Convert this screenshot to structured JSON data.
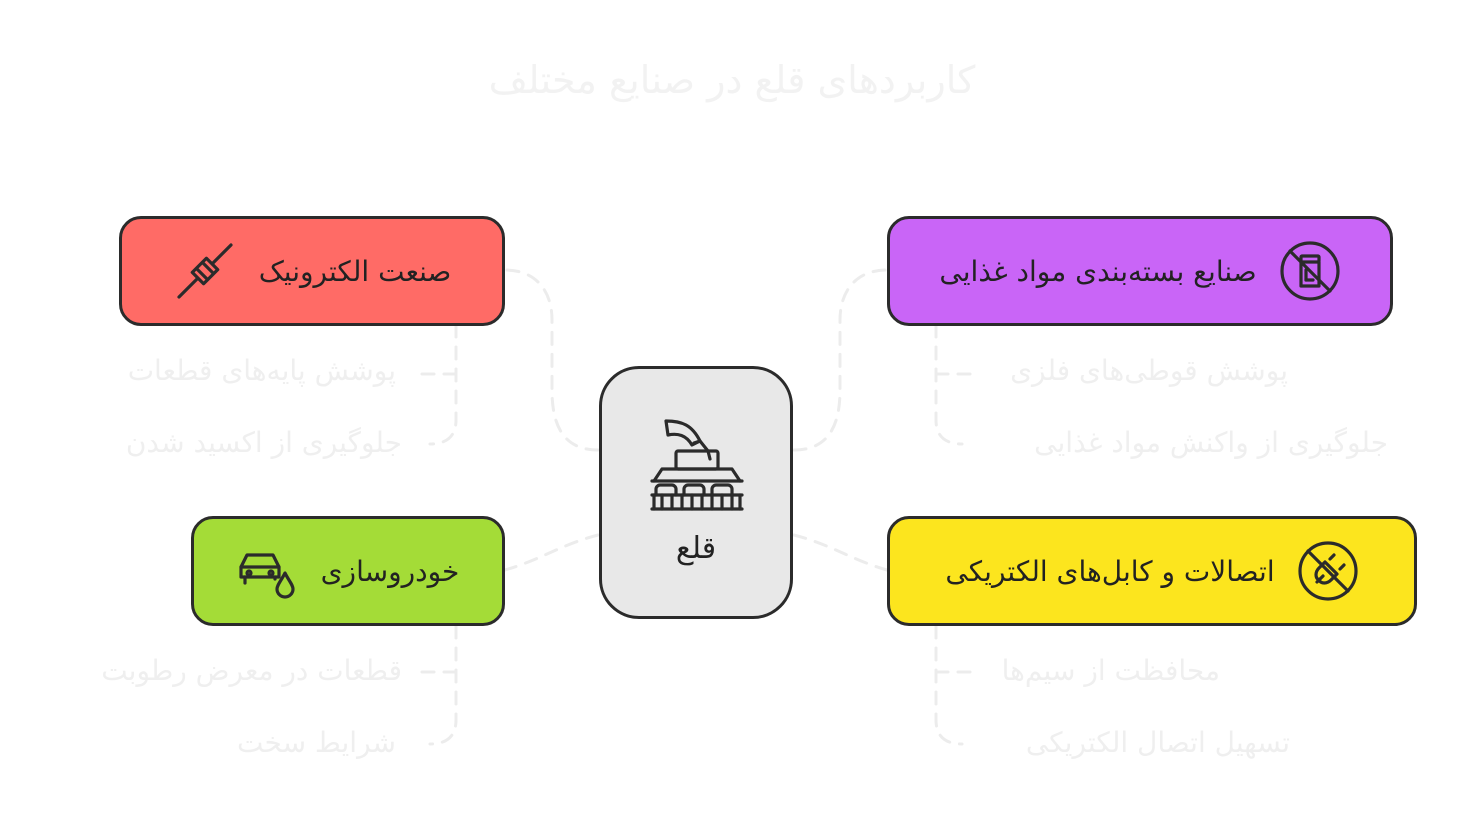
{
  "title": "کاربردهای قلع در صنایع مختلف",
  "center": {
    "label": "قلع",
    "icon": "tin-plating-machine-icon"
  },
  "branches": {
    "electronics": {
      "label": "صنعت الکترونیک",
      "color": "#ff6b66",
      "icon": "electronic-component-icon",
      "items": [
        "پوشش پایه‌های قطعات",
        "جلوگیری از اکسید شدن"
      ]
    },
    "food": {
      "label": "صنایع بسته‌بندی مواد غذایی",
      "color": "#c965f7",
      "icon": "no-can-icon",
      "items": [
        "پوشش قوطی‌های فلزی",
        "جلوگیری از واکنش مواد غذایی"
      ]
    },
    "automotive": {
      "label": "خودروسازی",
      "color": "#a4dc37",
      "icon": "car-oil-drop-icon",
      "items": [
        "قطعات در معرض رطوبت",
        "شرایط سخت"
      ]
    },
    "electrical": {
      "label": "اتصالات و کابل‌های الکتریکی",
      "color": "#fce51e",
      "icon": "no-plug-icon",
      "items": [
        "محافظت از سیم‌ها",
        "تسهیل اتصال الکتریکی"
      ]
    }
  }
}
